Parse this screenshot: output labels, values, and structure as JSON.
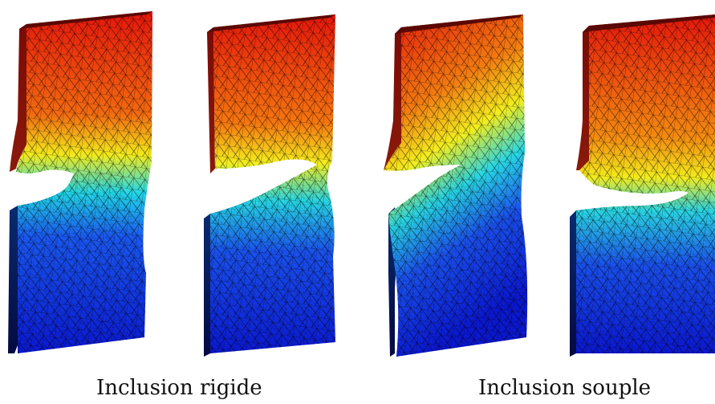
{
  "captions": {
    "left": "Inclusion rigide",
    "right": "Inclusion souple"
  },
  "colormap": [
    "#0a16d8",
    "#1a55f0",
    "#19c8f0",
    "#f2f01c",
    "#f88a0c",
    "#e4160c"
  ],
  "specimens": [
    {
      "name": "specimen-rigid-1",
      "notch": "narrow"
    },
    {
      "name": "specimen-rigid-2",
      "notch": "wide"
    },
    {
      "name": "specimen-soft-1",
      "notch": "tilted"
    },
    {
      "name": "specimen-soft-2",
      "notch": "slit"
    }
  ]
}
